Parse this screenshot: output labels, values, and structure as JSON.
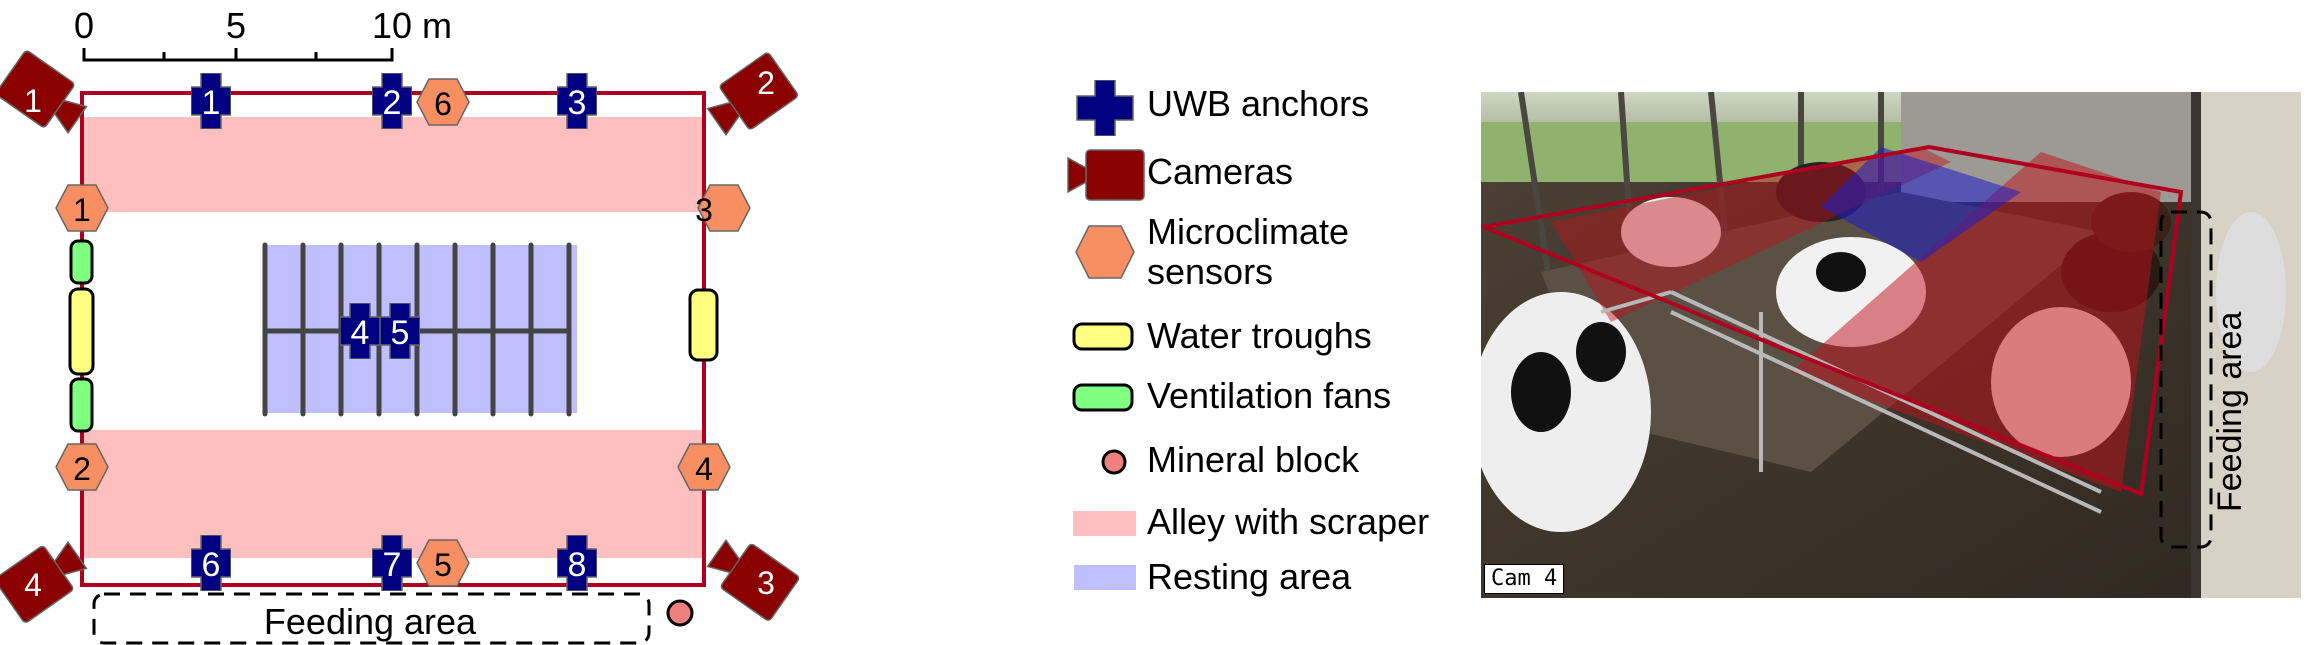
{
  "scale_bar": {
    "ticks": [
      "0",
      "5",
      "10 m"
    ]
  },
  "floor_plan": {
    "uwb_anchors": [
      "1",
      "2",
      "3",
      "4",
      "5",
      "6",
      "7",
      "8"
    ],
    "cameras": [
      "1",
      "2",
      "3",
      "4"
    ],
    "microclimate_sensors": [
      "1",
      "2",
      "3",
      "4",
      "5",
      "6"
    ],
    "feeding_area_label": "Feeding area"
  },
  "legend": {
    "items": [
      {
        "label": "UWB anchors",
        "icon": "cross-icon"
      },
      {
        "label": "Cameras",
        "icon": "camera-icon"
      },
      {
        "label": "Microclimate\nsensors",
        "label_line1": "Microclimate",
        "label_line2": "sensors",
        "icon": "hexagon-icon"
      },
      {
        "label": "Water troughs",
        "icon": "trough-icon"
      },
      {
        "label": "Ventilation fans",
        "icon": "fan-icon"
      },
      {
        "label": "Mineral block",
        "icon": "circle-icon"
      },
      {
        "label": "Alley with scraper",
        "icon": "swatch-icon"
      },
      {
        "label": "Resting area",
        "icon": "swatch-icon"
      }
    ]
  },
  "photo": {
    "camera_label": "Cam 4",
    "feeding_area_label": "Feeding area"
  },
  "colors": {
    "uwb": "#000080",
    "camera": "#8b0000",
    "sensor": "#f88f62",
    "trough": "#ffff80",
    "fan": "#80ff80",
    "mineral": "#f08080",
    "alley": "#ffbfbf",
    "resting": "#bfbfff",
    "wall": "#b00020"
  }
}
